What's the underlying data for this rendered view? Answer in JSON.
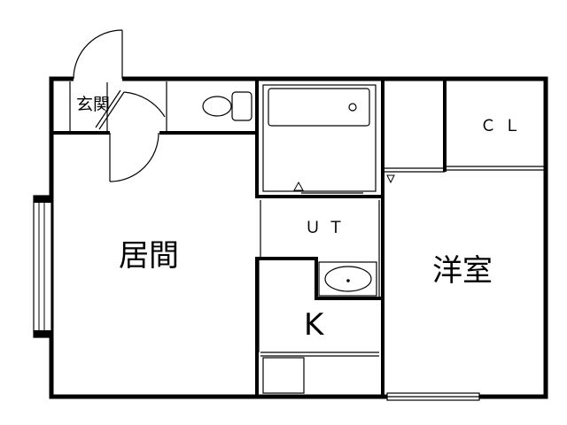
{
  "rooms": {
    "genkan": "玄関",
    "living": "居間",
    "utility": "ＵＴ",
    "kitchen": "K",
    "western_room": "洋室",
    "closet": "ＣＬ"
  }
}
